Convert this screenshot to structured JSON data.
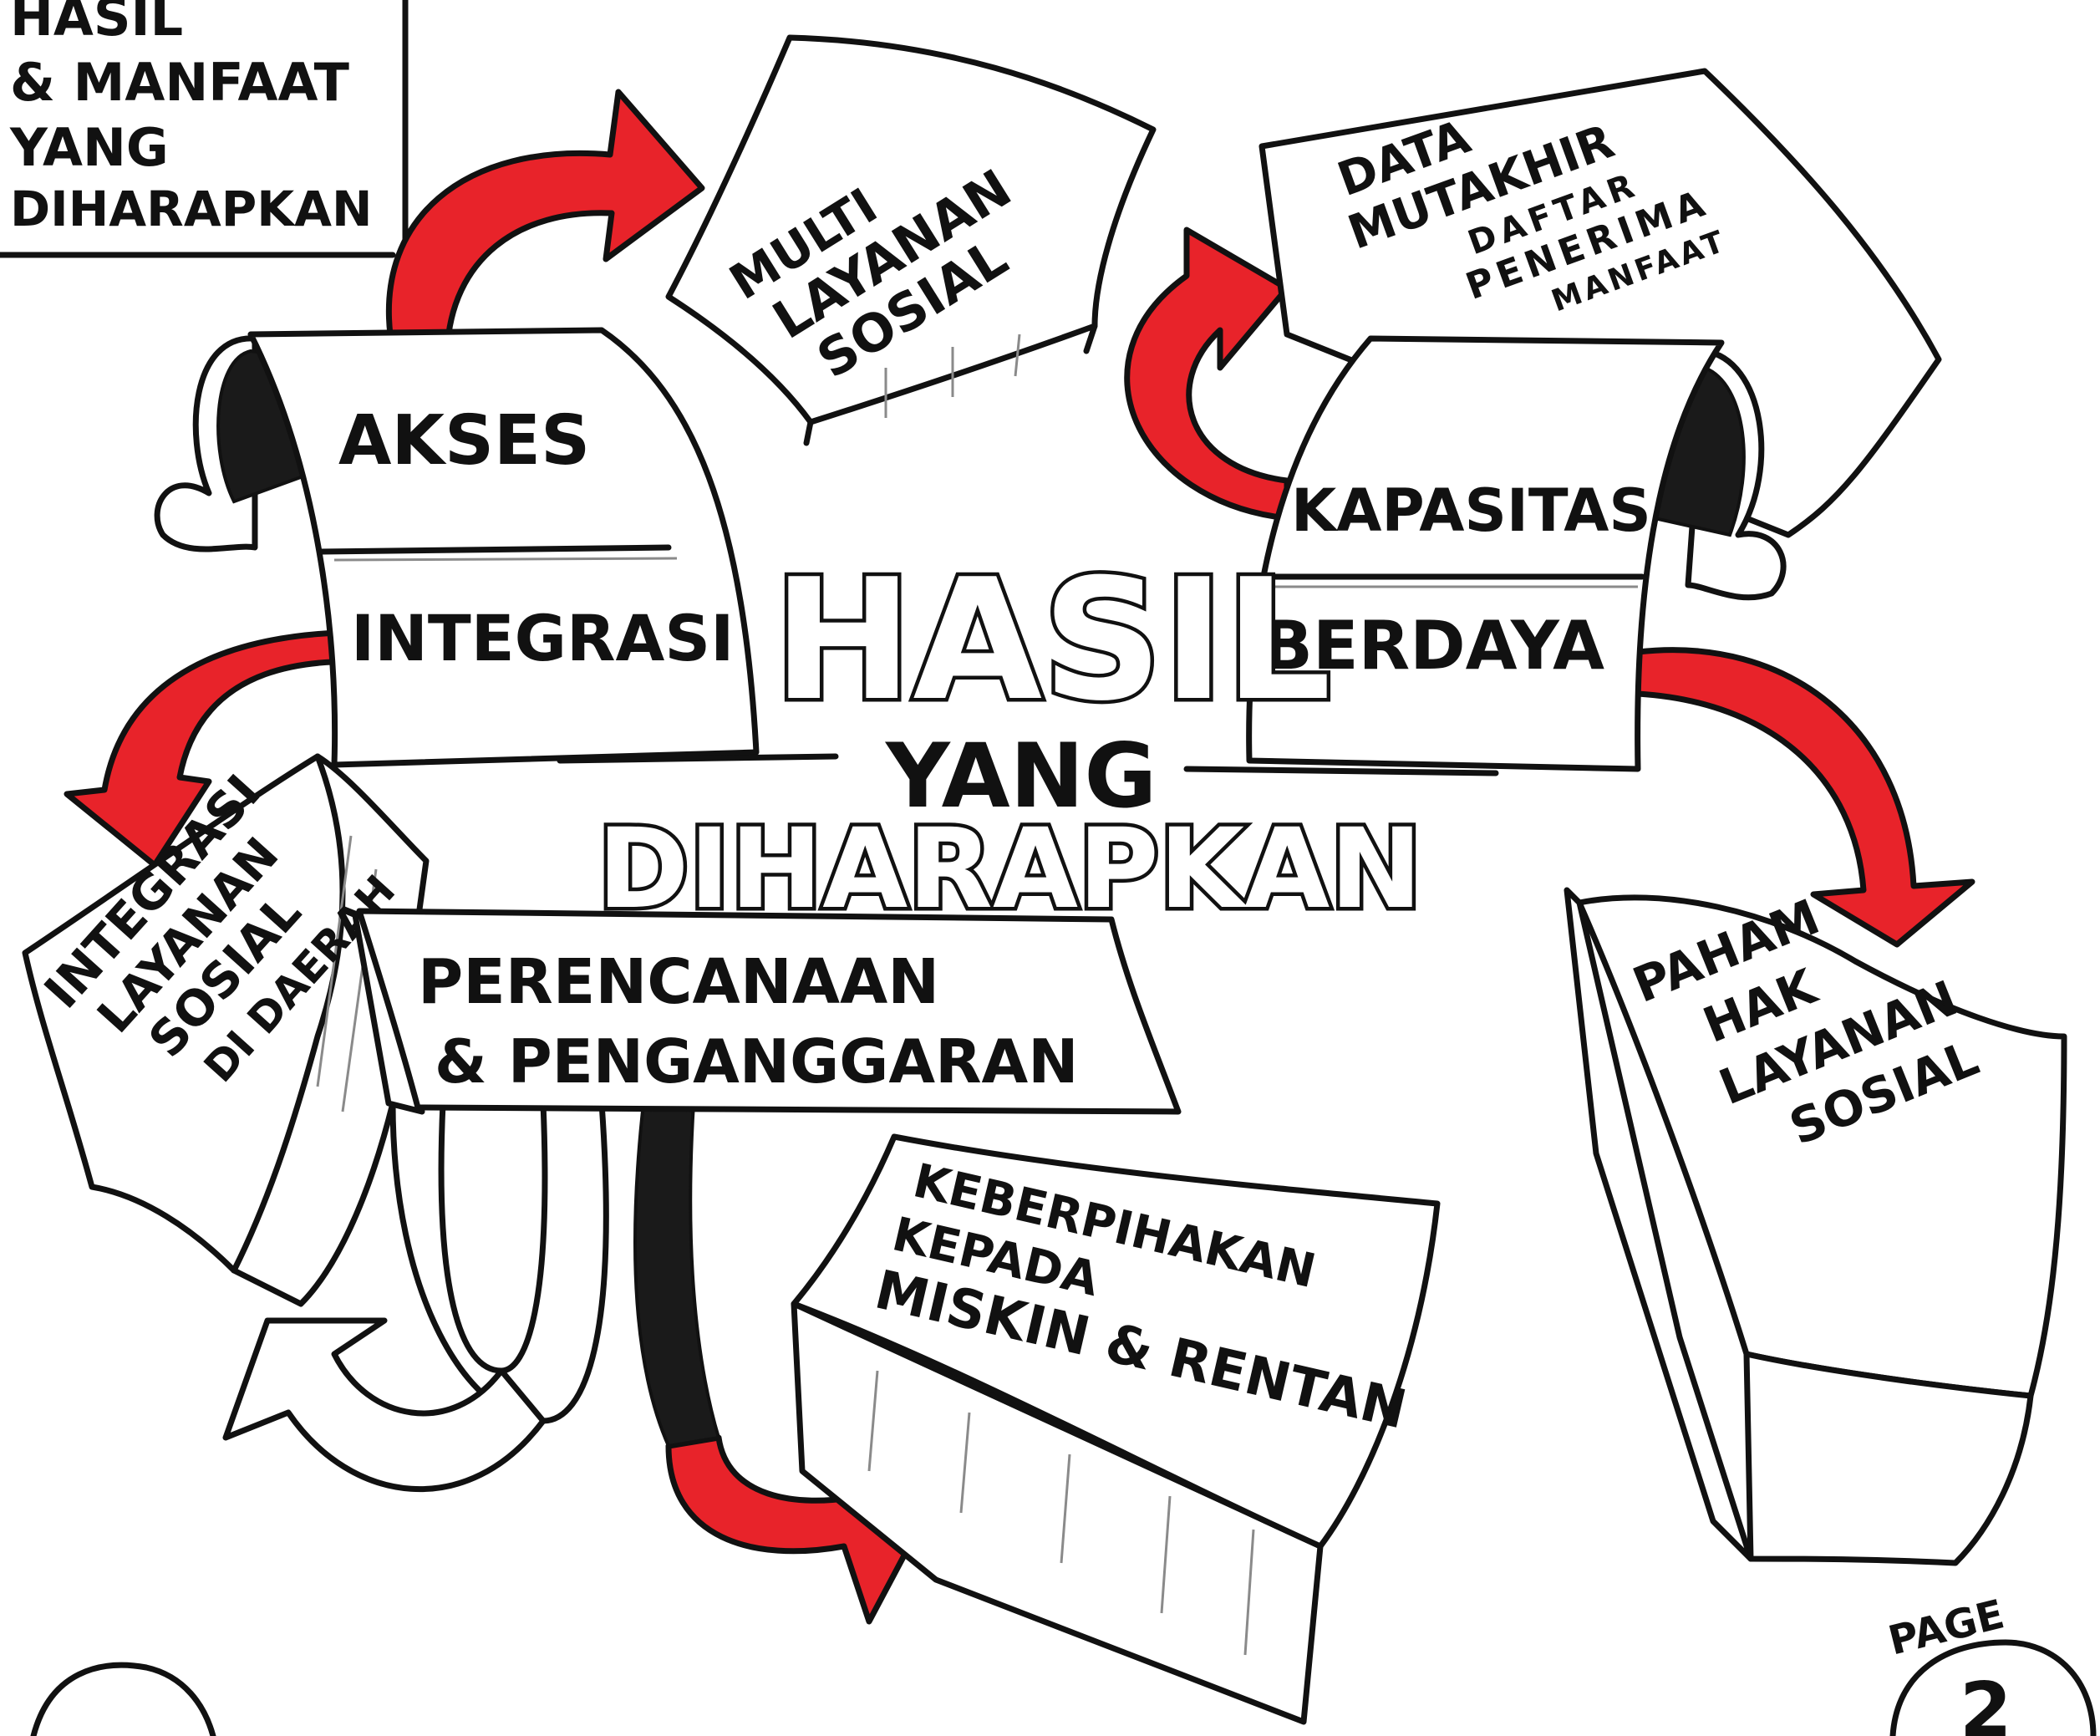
{
  "corner_title": {
    "line1": "HASIL",
    "line2": "& MANFAAT",
    "line3": "YANG",
    "line4": "DIHARAPKAN"
  },
  "center_title": {
    "line1": "HASIL",
    "line2": "YANG",
    "line3": "DIHARAPKAN"
  },
  "scroll_left": {
    "top": "AKSES",
    "bottom": "INTEGRASI"
  },
  "scroll_right": {
    "top": "KAPASITAS",
    "bottom": "BERDAYA"
  },
  "block_multi": {
    "line1": "MULTI",
    "line2": "LAYANAN",
    "line3": "SOSIAL"
  },
  "block_data": {
    "line1": "DATA",
    "line2": "MUTAKHIR",
    "line3": "DAFTAR",
    "line4": "PENERIMA",
    "line5": "MANFAAT"
  },
  "block_integrasi": {
    "line1": "INTEGRASI",
    "line2": "LAYANAN",
    "line3": "SOSIAL",
    "line4": "DI DAERAH"
  },
  "banner": {
    "line1": "PERENCANAAN",
    "line2": "& PENGANGGARAN"
  },
  "block_keberpihakan": {
    "line1": "KEBERPIHAKAN",
    "line2": "KEPADA",
    "line3": "MISKIN & RENTAN"
  },
  "block_paham": {
    "line1": "PAHAM",
    "line2": "HAK",
    "line3": "LAYANAN",
    "line4": "SOSIAL"
  },
  "page_marker": {
    "label": "PAGE",
    "number": "2"
  },
  "colors": {
    "ink": "#111111",
    "accent_red": "#e8232a",
    "paper": "#ffffff"
  }
}
